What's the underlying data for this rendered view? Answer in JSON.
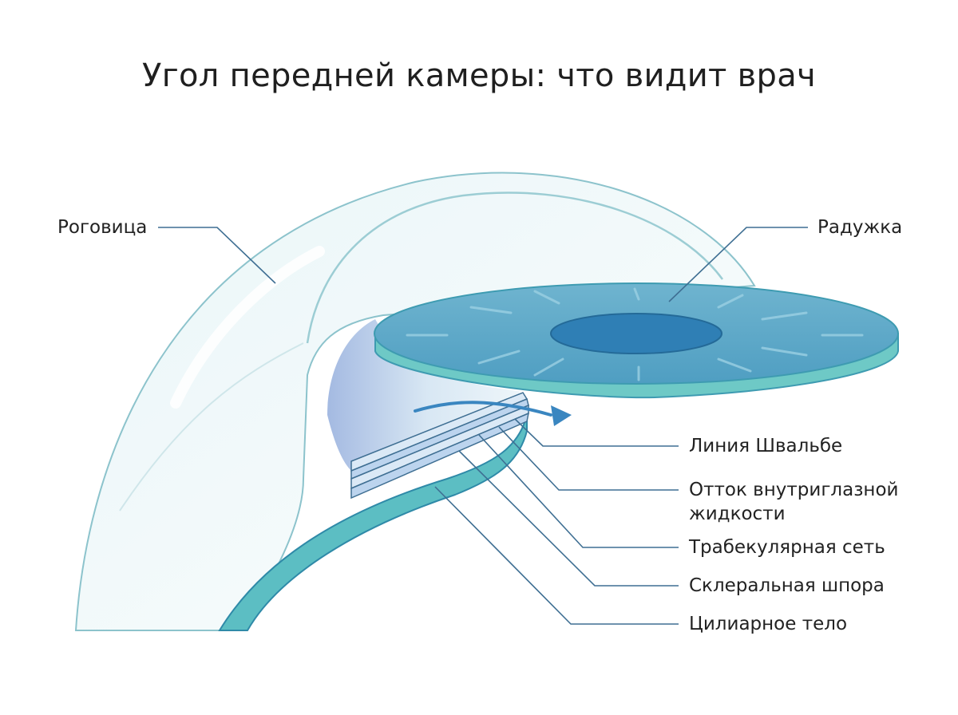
{
  "title": "Угол передней камеры: что видит врач",
  "labels": {
    "cornea": "Роговица",
    "iris": "Радужка",
    "schwalbe": "Линия Швальбе",
    "outflow_line1": "Отток внутриглазной",
    "outflow_line2": "жидкости",
    "trabecular": "Трабекулярная сеть",
    "scleral_spur": "Склеральная шпора",
    "ciliary_body": "Цилиарное тело"
  },
  "colors": {
    "outline": "#8cc3cc",
    "leader": "#3f6f93",
    "iris_top": "#5fa9c7",
    "iris_edge": "#6ec9c6",
    "pupil": "#2f7fb5",
    "sclera_band": "#4fb7bd",
    "arrow": "#3a86c0"
  }
}
